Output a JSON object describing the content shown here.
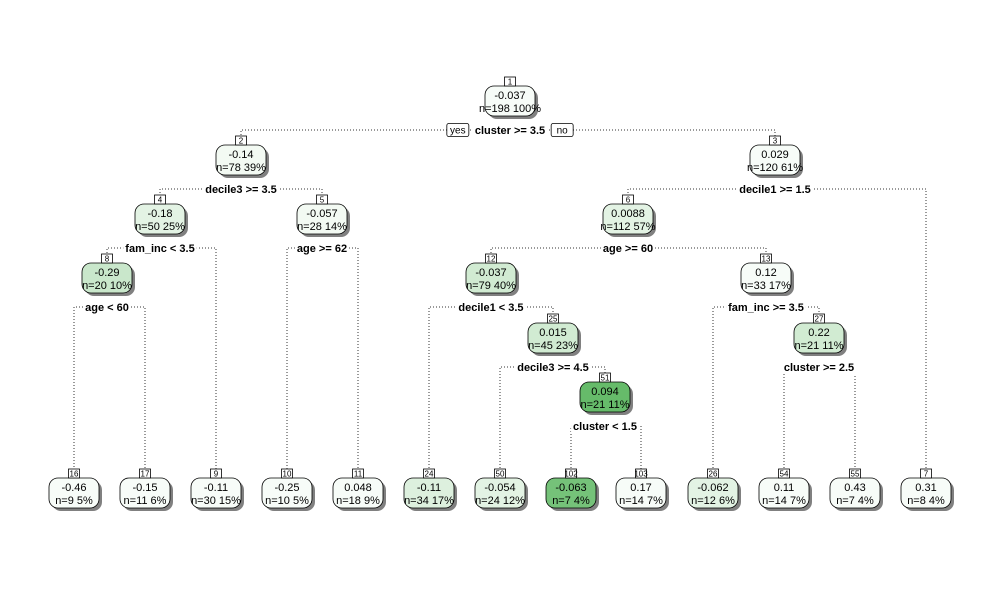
{
  "colors": {
    "fill_low": "#ffffff",
    "fill_high": "#66bb6a",
    "shadow": "#808080",
    "border": "#000000"
  },
  "labels": {
    "yes": "yes",
    "no": "no"
  },
  "nodes": [
    {
      "id": "1",
      "value": "-0.037",
      "n_text": "n=198  100%",
      "split": "cluster >= 3.5",
      "shade": 0.05
    },
    {
      "id": "2",
      "value": "-0.14",
      "n_text": "n=78  39%",
      "split": "decile3 >= 3.5",
      "shade": 0.08
    },
    {
      "id": "3",
      "value": "0.029",
      "n_text": "n=120  61%",
      "split": "decile1 >= 1.5",
      "shade": 0.05
    },
    {
      "id": "4",
      "value": "-0.18",
      "n_text": "n=50  25%",
      "split": "fam_inc < 3.5",
      "shade": 0.18
    },
    {
      "id": "5",
      "value": "-0.057",
      "n_text": "n=28  14%",
      "split": "age >= 62",
      "shade": 0.08
    },
    {
      "id": "6",
      "value": "0.0088",
      "n_text": "n=112  57%",
      "split": "age >= 60",
      "shade": 0.18
    },
    {
      "id": "8",
      "value": "-0.29",
      "n_text": "n=20  10%",
      "split": "age < 60",
      "shade": 0.35
    },
    {
      "id": "12",
      "value": "-0.037",
      "n_text": "n=79  40%",
      "split": "decile1 < 3.5",
      "shade": 0.3
    },
    {
      "id": "13",
      "value": "0.12",
      "n_text": "n=33  17%",
      "split": "fam_inc >= 3.5",
      "shade": 0.05
    },
    {
      "id": "25",
      "value": "0.015",
      "n_text": "n=45  23%",
      "split": "decile3 >= 4.5",
      "shade": 0.3
    },
    {
      "id": "27",
      "value": "0.22",
      "n_text": "n=21  11%",
      "split": "cluster >= 2.5",
      "shade": 0.3
    },
    {
      "id": "51",
      "value": "0.094",
      "n_text": "n=21  11%",
      "split": "cluster < 1.5",
      "shade": 1.0
    },
    {
      "id": "16",
      "value": "-0.46",
      "n_text": "n=9  5%",
      "split": "",
      "shade": 0.05
    },
    {
      "id": "17",
      "value": "-0.15",
      "n_text": "n=11  6%",
      "split": "",
      "shade": 0.05
    },
    {
      "id": "9",
      "value": "-0.11",
      "n_text": "n=30  15%",
      "split": "",
      "shade": 0.05
    },
    {
      "id": "10",
      "value": "-0.25",
      "n_text": "n=10  5%",
      "split": "",
      "shade": 0.05
    },
    {
      "id": "11",
      "value": "0.048",
      "n_text": "n=18  9%",
      "split": "",
      "shade": 0.05
    },
    {
      "id": "24",
      "value": "-0.11",
      "n_text": "n=34  17%",
      "split": "",
      "shade": 0.22
    },
    {
      "id": "50",
      "value": "-0.054",
      "n_text": "n=24  12%",
      "split": "",
      "shade": 0.18
    },
    {
      "id": "102",
      "value": "-0.063",
      "n_text": "n=7  4%",
      "split": "",
      "shade": 0.9
    },
    {
      "id": "103",
      "value": "0.17",
      "n_text": "n=14  7%",
      "split": "",
      "shade": 0.05
    },
    {
      "id": "26",
      "value": "-0.062",
      "n_text": "n=12  6%",
      "split": "",
      "shade": 0.18
    },
    {
      "id": "54",
      "value": "0.11",
      "n_text": "n=14  7%",
      "split": "",
      "shade": 0.05
    },
    {
      "id": "55",
      "value": "0.43",
      "n_text": "n=7  4%",
      "split": "",
      "shade": 0.05
    },
    {
      "id": "7",
      "value": "0.31",
      "n_text": "n=8  4%",
      "split": "",
      "shade": 0.05
    }
  ],
  "edges": [
    [
      "1",
      "2"
    ],
    [
      "1",
      "3"
    ],
    [
      "2",
      "4"
    ],
    [
      "2",
      "5"
    ],
    [
      "3",
      "6"
    ],
    [
      "3",
      "7"
    ],
    [
      "4",
      "8"
    ],
    [
      "4",
      "9"
    ],
    [
      "5",
      "10"
    ],
    [
      "5",
      "11"
    ],
    [
      "6",
      "12"
    ],
    [
      "6",
      "13"
    ],
    [
      "8",
      "16"
    ],
    [
      "8",
      "17"
    ],
    [
      "12",
      "24"
    ],
    [
      "12",
      "25"
    ],
    [
      "13",
      "26"
    ],
    [
      "13",
      "27"
    ],
    [
      "25",
      "50"
    ],
    [
      "25",
      "51"
    ],
    [
      "27",
      "54"
    ],
    [
      "27",
      "55"
    ],
    [
      "51",
      "102"
    ],
    [
      "51",
      "103"
    ]
  ]
}
